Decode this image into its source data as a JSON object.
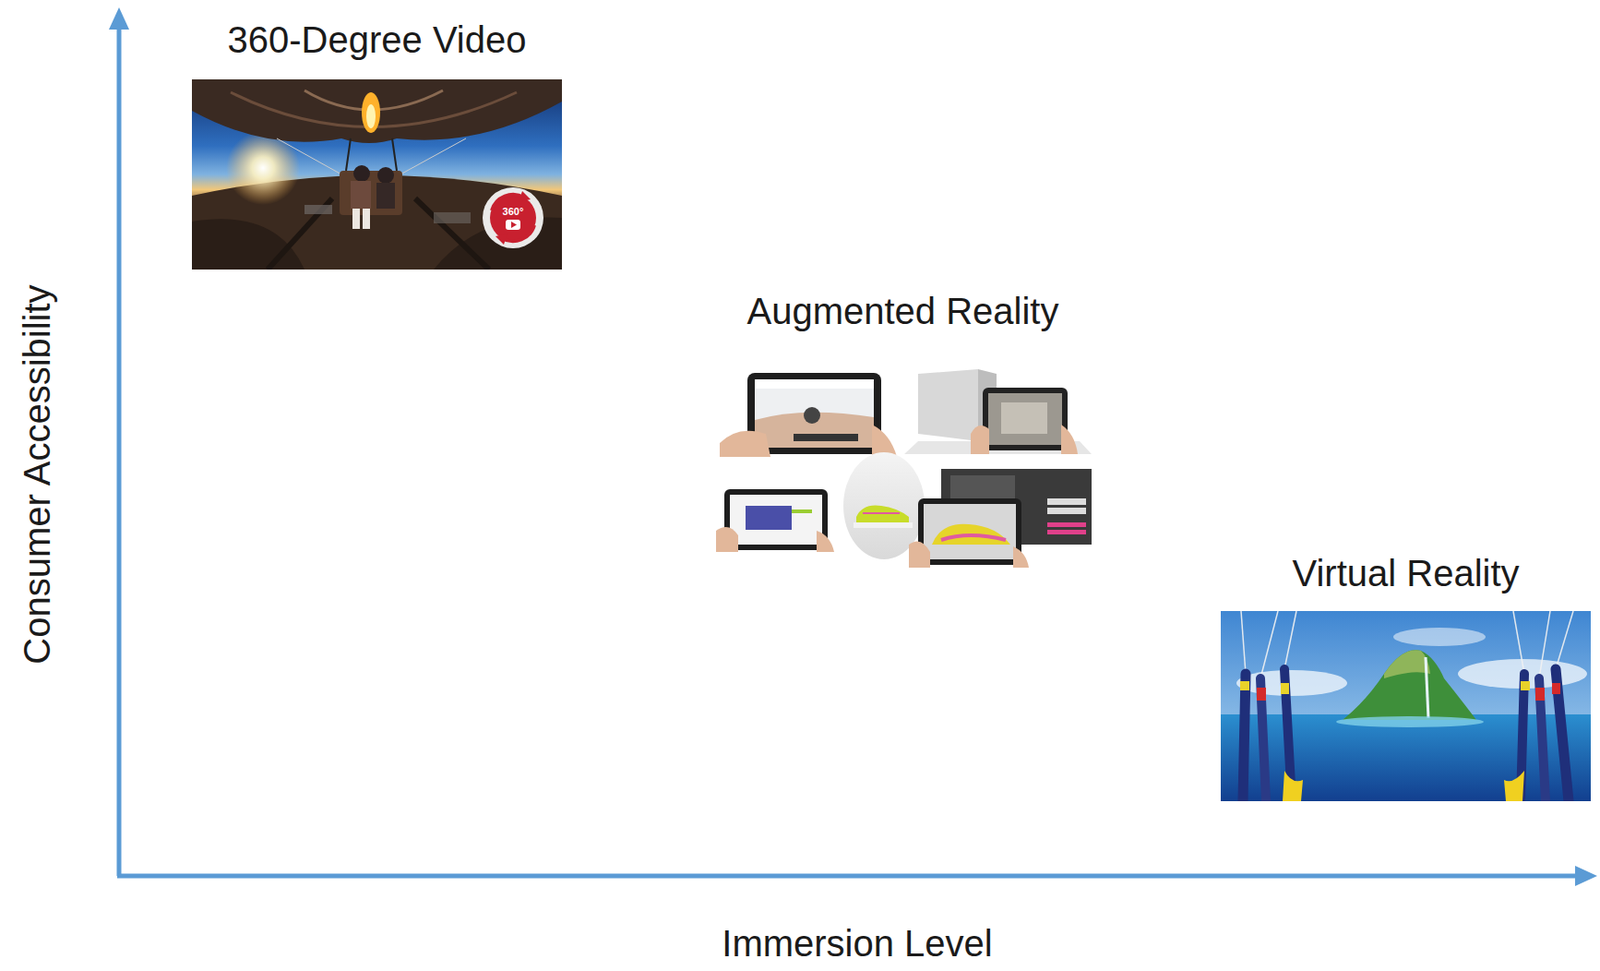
{
  "diagram": {
    "nodes": [
      {
        "text": [
          "360-Degree Video"
        ]
      },
      {
        "text": [
          "Augmented Reality"
        ]
      },
      {
        "text": [
          "Virtual Reality"
        ]
      }
    ],
    "labels": [
      "360°",
      "Consumer Accessibility",
      "Immersion Level"
    ]
  }
}
